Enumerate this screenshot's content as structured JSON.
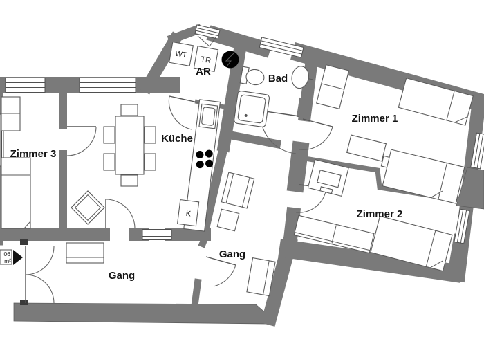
{
  "plan": {
    "title": "apartment floor plan",
    "rooms": [
      {
        "id": "zimmer1",
        "label": "Zimmer 1"
      },
      {
        "id": "zimmer2",
        "label": "Zimmer 2"
      },
      {
        "id": "zimmer3",
        "label": "Zimmer 3"
      },
      {
        "id": "kueche",
        "label": "Küche"
      },
      {
        "id": "bad",
        "label": "Bad"
      },
      {
        "id": "ar",
        "label": "AR"
      },
      {
        "id": "gang_left",
        "label": "Gang"
      },
      {
        "id": "gang_right",
        "label": "Gang"
      }
    ],
    "appliances": {
      "washer": "WT",
      "dryer": "TR",
      "fridge": "K"
    },
    "entrance_tag": {
      "line1": "06",
      "line2": "m²"
    },
    "colors": {
      "wall": "#7a7a7a",
      "outline": "#4f4f4f",
      "background": "#ffffff",
      "furniture_stroke": "#5a5a5a",
      "text": "#141414"
    }
  }
}
